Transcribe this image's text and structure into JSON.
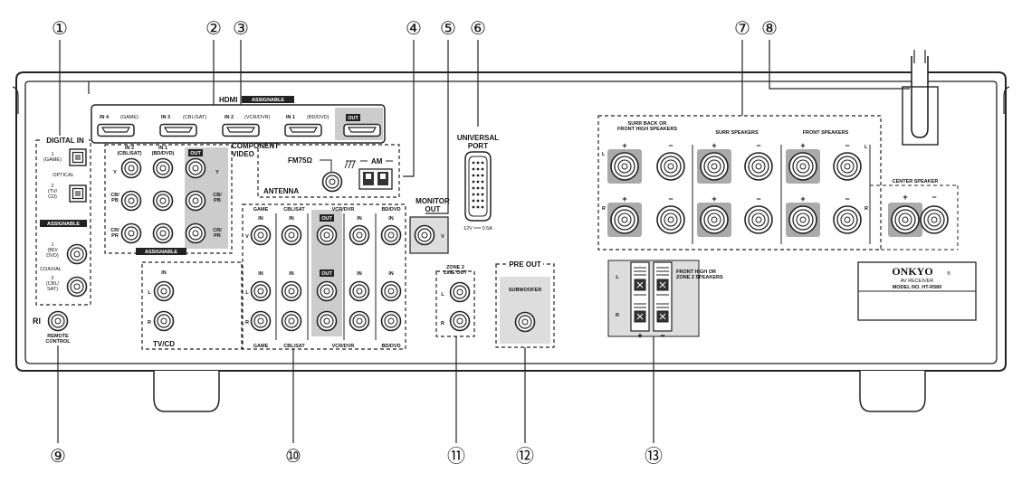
{
  "callouts": [
    "①",
    "②",
    "③",
    "④",
    "⑤",
    "⑥",
    "⑦",
    "⑧",
    "⑨",
    "⑩",
    "⑪",
    "⑫",
    "⑬"
  ],
  "hdmi": {
    "title": "HDMI",
    "assignable": "ASSIGNABLE",
    "inputs": [
      {
        "name": "IN 4",
        "sub": "(GAME)"
      },
      {
        "name": "IN 3",
        "sub": "(CBL/SAT)"
      },
      {
        "name": "IN 2",
        "sub": "(VCR/DVR)"
      },
      {
        "name": "IN 1",
        "sub": "(BD/DVD)"
      }
    ],
    "out": "OUT"
  },
  "digital_in": {
    "title": "DIGITAL IN",
    "optical_1": "1\n(GAME)",
    "optical_label": "OPTICAL",
    "optical_2": "2\n(TV/\nCD)",
    "assignable": "ASSIGNABLE",
    "coax_1": "1\n(BD/\nDVD)",
    "coax_label": "COAXIAL",
    "coax_2": "2\n(CBL/\nSAT)"
  },
  "component": {
    "title": "COMPONENT\nVIDEO",
    "in2": "IN 2\n(CBL/SAT)",
    "in1": "IN 1\n(BD/DVD)",
    "out": "OUT",
    "rows": [
      "Y",
      "CB/\nPB",
      "CR/\nPR"
    ],
    "assignable": "ASSIGNABLE"
  },
  "antenna": {
    "fm": "FM75Ω",
    "am": "AM",
    "label": "ANTENNA"
  },
  "monitor_out": {
    "title": "MONITOR\nOUT",
    "v": "V"
  },
  "universal_port": {
    "title": "UNIVERSAL\nPORT",
    "rating": "12V ══ 0.5A"
  },
  "av_inputs": {
    "columns": [
      "GAME",
      "CBL/SAT",
      "VCR/DVR",
      "BD/DVD"
    ],
    "in": "IN",
    "out": "OUT",
    "row_labels": [
      "V",
      "L",
      "R"
    ]
  },
  "tv_cd": {
    "in": "IN",
    "label": "TV/CD",
    "l": "L",
    "r": "R"
  },
  "zone2": {
    "title": "ZONE 2\nLINE OUT",
    "l": "L",
    "r": "R"
  },
  "pre_out": {
    "title": "PRE OUT",
    "sub": "SUBWOOFER"
  },
  "speakers": {
    "surr_back": "SURR BACK OR\nFRONT HIGH SPEAKERS",
    "surr": "SURR SPEAKERS",
    "front": "FRONT SPEAKERS",
    "center": "CENTER SPEAKER",
    "plus": "+",
    "minus": "−",
    "l": "L",
    "r": "R"
  },
  "zone2_speakers": {
    "title": "FRONT HIGH OR\nZONE 2 SPEAKERS",
    "l": "L",
    "r": "R",
    "plus": "+",
    "minus": "−"
  },
  "remote": {
    "ri": "RI",
    "label": "REMOTE\nCONTROL"
  },
  "brand": {
    "name": "ONKYO",
    "reg": "®",
    "line1": "AV RECEIVER",
    "line2": "MODEL NO. HT-R580"
  }
}
